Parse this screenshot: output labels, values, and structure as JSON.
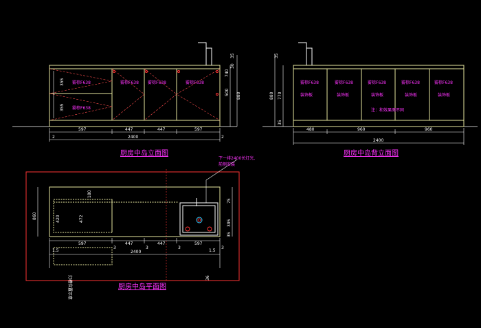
{
  "colors": {
    "background": "#000000",
    "outline": "#ffffff",
    "cabinet": "#e8e8a0",
    "dimension": "#ffffff",
    "label": "#ff33ff",
    "title": "#ff33ff",
    "accent": "#ff3333",
    "cyan": "#33ccff"
  },
  "front_elevation": {
    "title": "厨房中岛立面图",
    "panel_label": "雾棕F638",
    "widths": [
      "597",
      "447",
      "447",
      "597"
    ],
    "total": "2400",
    "left_dims": [
      "355",
      "355"
    ],
    "right_dims": [
      "35",
      "30",
      "500",
      "740",
      "880"
    ],
    "small_dims": [
      "2",
      "2"
    ]
  },
  "back_elevation": {
    "title": "厨房中岛背立面图",
    "panel_label": "雾棕F638",
    "panel_sub": "装饰板",
    "note": "注：和效果图不同",
    "widths": [
      "480",
      "960",
      "960"
    ],
    "total": "2400",
    "left_dims": [
      "35",
      "770",
      "880",
      "35"
    ]
  },
  "plan": {
    "title": "厨房中岛平面图",
    "annotation_line1": "下一排2400长灯光,",
    "annotation_line2": "前侧安装",
    "widths": [
      "597",
      "447",
      "447",
      "597"
    ],
    "total": "2400",
    "left_dims": [
      "860",
      "420",
      "472"
    ],
    "top_dim": "180",
    "right_dims": [
      "75",
      "395",
      "35"
    ],
    "small_dims": [
      "1.5",
      "1.5",
      "3",
      "3",
      "3",
      "3"
    ],
    "side_note": "灯槽位置示意",
    "bottom_dim": "36"
  }
}
